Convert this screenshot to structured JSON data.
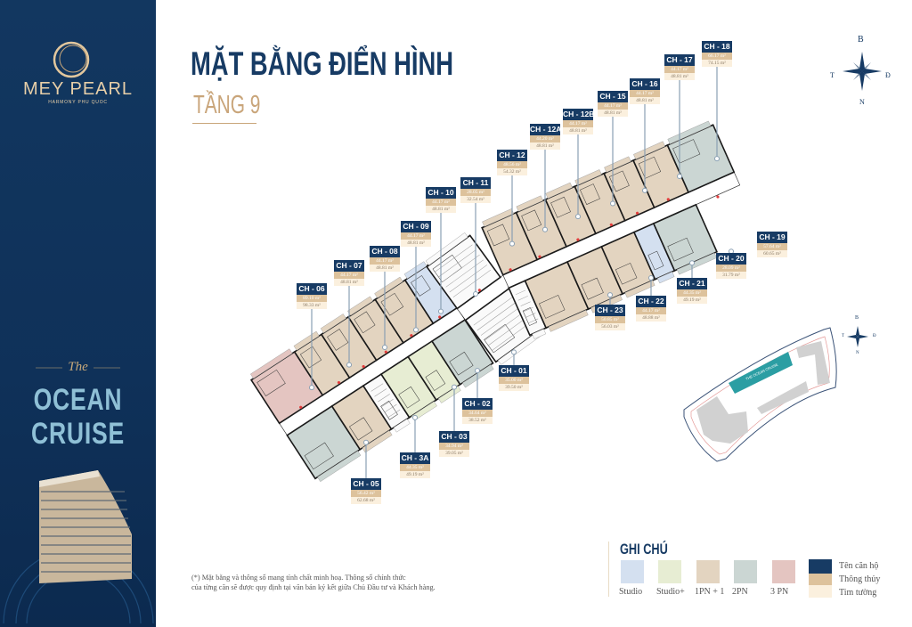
{
  "brand": {
    "name": "MEY PEARL",
    "subtitle": "HARMONY PHU QUOC"
  },
  "project": {
    "the": "The",
    "name_line1": "OCEAN",
    "name_line2": "CRUISE"
  },
  "header": {
    "title": "MẶT BẰNG ĐIỂN HÌNH",
    "floor": "TẦNG 9"
  },
  "compass": {
    "north": "B",
    "south": "N",
    "west": "T",
    "east": "Đ"
  },
  "site_plan": {
    "building_label": "THE OCEAN CRUISE"
  },
  "colors": {
    "navy": "#173b64",
    "tan": "#ddc29c",
    "cream": "#fbf0de",
    "studio": "#d4e0f0",
    "studio_plus": "#e7edd3",
    "one_bed_plus": "#e3d4c0",
    "two_bed": "#cbd6d3",
    "three_bed": "#e4c5c1"
  },
  "units": [
    {
      "name": "CH - 06",
      "thong_thuy": "89.10 m²",
      "tim_tuong": "98.33 m²",
      "type": "3 PN"
    },
    {
      "name": "CH - 07",
      "thong_thuy": "44.17 m²",
      "tim_tuong": "48.81 m²",
      "type": "1PN + 1"
    },
    {
      "name": "CH - 08",
      "thong_thuy": "44.17 m²",
      "tim_tuong": "48.81 m²",
      "type": "1PN + 1"
    },
    {
      "name": "CH - 09",
      "thong_thuy": "44.17 m²",
      "tim_tuong": "48.81 m²",
      "type": "1PN + 1"
    },
    {
      "name": "CH - 10",
      "thong_thuy": "44.17 m²",
      "tim_tuong": "48.81 m²",
      "type": "1PN + 1"
    },
    {
      "name": "CH - 11",
      "thong_thuy": "28.05 m²",
      "tim_tuong": "32.54 m²",
      "type": "Studio"
    },
    {
      "name": "CH - 12",
      "thong_thuy": "48.56 m²",
      "tim_tuong": "54.32 m²",
      "type": "1PN + 1"
    },
    {
      "name": "CH - 12A",
      "thong_thuy": "44.20 m²",
      "tim_tuong": "48.81 m²",
      "type": "1PN + 1"
    },
    {
      "name": "CH - 12B",
      "thong_thuy": "44.17 m²",
      "tim_tuong": "48.81 m²",
      "type": "1PN + 1"
    },
    {
      "name": "CH - 15",
      "thong_thuy": "44.17 m²",
      "tim_tuong": "48.81 m²",
      "type": "1PN + 1"
    },
    {
      "name": "CH - 16",
      "thong_thuy": "44.17 m²",
      "tim_tuong": "48.81 m²",
      "type": "1PN + 1"
    },
    {
      "name": "CH - 17",
      "thong_thuy": "44.17 m²",
      "tim_tuong": "48.81 m²",
      "type": "1PN + 1"
    },
    {
      "name": "CH - 18",
      "thong_thuy": "66.17 m²",
      "tim_tuong": "74.15 m²",
      "type": "2PN"
    },
    {
      "name": "CH - 19",
      "thong_thuy": "57.64 m²",
      "tim_tuong": "60.65 m²",
      "type": "2PN"
    },
    {
      "name": "CH - 20",
      "thong_thuy": "28.09 m²",
      "tim_tuong": "31.79 m²",
      "type": "Studio"
    },
    {
      "name": "CH - 21",
      "thong_thuy": "44.35 m²",
      "tim_tuong": "49.19 m²",
      "type": "1PN + 1"
    },
    {
      "name": "CH - 22",
      "thong_thuy": "44.17 m²",
      "tim_tuong": "48.88 m²",
      "type": "1PN + 1"
    },
    {
      "name": "CH - 23",
      "thong_thuy": "50.85 m²",
      "tim_tuong": "56.03 m²",
      "type": "1PN + 1"
    },
    {
      "name": "CH - 01",
      "thong_thuy": "35.00 m²",
      "tim_tuong": "39.50 m²",
      "type": "2PN"
    },
    {
      "name": "CH - 02",
      "thong_thuy": "34.64 m²",
      "tim_tuong": "38.52 m²",
      "type": "Studio+"
    },
    {
      "name": "CH - 03",
      "thong_thuy": "34.94 m²",
      "tim_tuong": "39.05 m²",
      "type": "Studio+"
    },
    {
      "name": "CH - 3A",
      "thong_thuy": "44.35 m²",
      "tim_tuong": "49.19 m²",
      "type": "1PN + 1"
    },
    {
      "name": "CH - 05",
      "thong_thuy": "56.42 m²",
      "tim_tuong": "62.68 m²",
      "type": "2PN"
    }
  ],
  "legend": {
    "title": "GHI CHÚ",
    "types": [
      {
        "label": "Studio",
        "color": "#d4e0f0"
      },
      {
        "label": "Studio+",
        "color": "#e7edd3"
      },
      {
        "label": "1PN + 1",
        "color": "#e3d4c0"
      },
      {
        "label": "2PN",
        "color": "#cbd6d3"
      },
      {
        "label": "3 PN",
        "color": "#e4c5c1"
      }
    ],
    "key": [
      "Tên căn hộ",
      "Thông thủy",
      "Tim tường"
    ]
  },
  "footnote": {
    "line1": "(*) Mặt bằng và thông số mang tính chất minh hoạ. Thông số chính thức",
    "line2": "của từng căn sẽ được quy định tại văn bản ký kết giữa Chủ Đầu tư và Khách hàng."
  }
}
